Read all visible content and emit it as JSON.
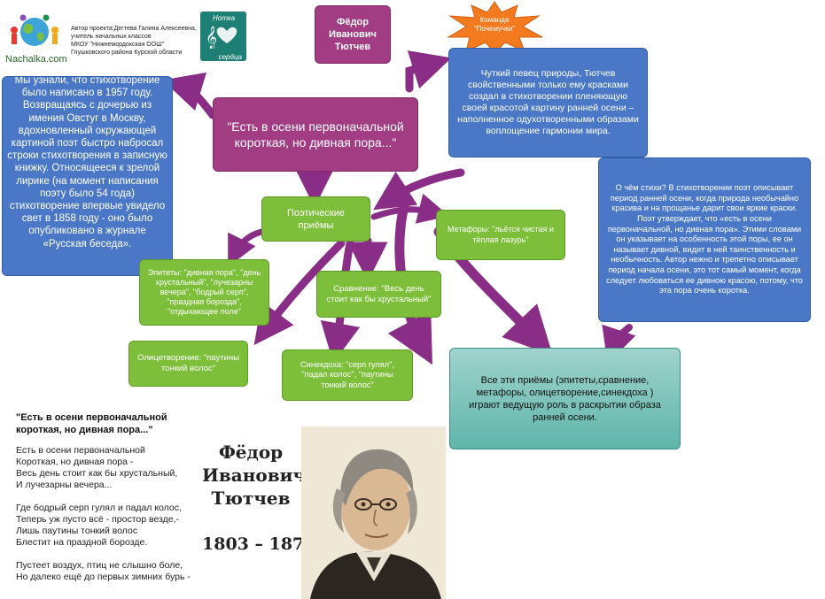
{
  "logo": {
    "site": "Nachalka.com"
  },
  "credits": [
    "Автор проекта:Дегтева Галина Алексеевна,",
    "учитель начальных классов",
    "МКОУ \"Нижнемордокская ООШ\"",
    "Глушковского района Курской области"
  ],
  "badge": {
    "text1": "Нотка",
    "text2": "сердца"
  },
  "team": {
    "line1": "Команда",
    "line2": "\"Почемучки\""
  },
  "author_box": "Фёдор Иванович Тютчев",
  "history": "Мы узнали, что стихотворение было написано в 1957 году. Возвращаясь с дочерью из имения Овстуг в Москву, вдохновленный окружающей картиной поэт быстро набросал строки стихотворения в записную книжку. Относящееся к зрелой лирике (на момент написания поэту было 54 года) стихотворение впервые увидело свет в 1858 году - оно было опубликовано в журнале «Русская беседа».",
  "central_title": "\"Есть в осени первоначальной короткая, но дивная пора...\"",
  "singer": "Чуткий певец природы, Тютчев свойственными только ему красками создал в стихотворении пленяющую своей красотой картину ранней осени – наполненное одухотворенными образами воплощение гармонии мира.",
  "about": "О чём стихи? В стихотворении поэт описывает период ранней осени, когда природа необычайно красива и на прощанье дарит свои яркие краски. Поэт утверждает, что «есть в осени первоначальной, но дивная пора». Этими словами он указывает на особенность этой поры, ее он называет дивной, видит в ней таинственность и необычность. Автор нежно и трепетно описывает период начала осени, это тот самый момент, когда следует любоваться ее дивною красою, потому, что эта пора очень коротка.",
  "devices": {
    "title": "Поэтические приёмы",
    "metaphors": "Метафоры: \"льётся чистая и тёплая лазурь\"",
    "epithets": "Эпитеты: \"дивная пора\", \"день хрустальный\", \"лучезарны вечера\", \"бодрый серп\", \"праздная борозда\", \"отдыхающее поле\"",
    "comparison": "Сравнение: \"Весь день стоит как бы хрустальный\"",
    "personification": "Олицетворение: \"паутины тонкий волос\"",
    "synecdoche": "Синекдоха: \"серп гулял\", \"падал колос\", \"паутины тонкий волос\""
  },
  "conclusion": "Все эти приёмы (эпитеты,сравнение, метафоры, олицетворение,синекдоха ) играют ведущую роль в раскрытии образа ранней осени.",
  "poem": {
    "title": "\"Есть в осени первоначальной короткая, но дивная пора...\"",
    "lines": [
      "Есть в осени первоначальной",
      "Короткая, но дивная пора -",
      "Весь день стоит как бы хрустальный,",
      "И лучезарны вечера...",
      "",
      "Где бодрый серп гулял и падал колос,",
      "Теперь уж пусто всё - простор везде,-",
      "Лишь паутины тонкий волос",
      "Блестит на праздной борозде.",
      "",
      "Пустеет воздух, птиц не слышно боле,",
      "Но далеко ещё до первых зимних бурь -"
    ]
  },
  "portrait": {
    "first": "Фёдор",
    "middle": "Иванович",
    "last": "Тютчев",
    "years": "1803 – 1873"
  },
  "colors": {
    "blue": "#4a78c6",
    "green": "#7dbf3a",
    "purple": "#a23c83",
    "arrow": "#8a2d86",
    "star": "#f47a20"
  }
}
